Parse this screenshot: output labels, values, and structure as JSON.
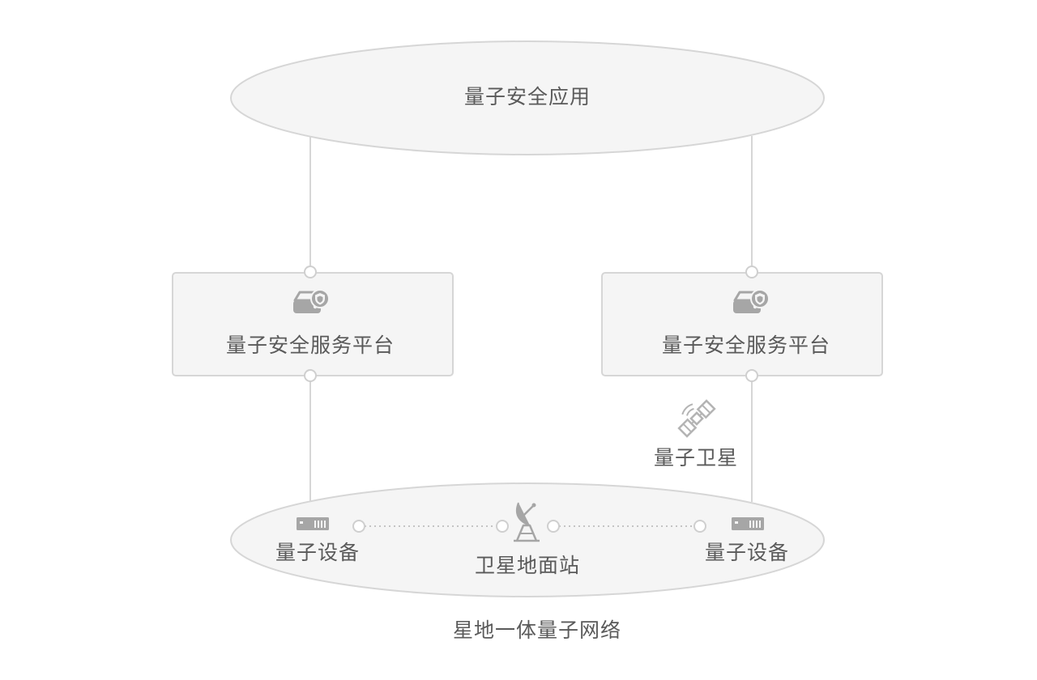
{
  "top": {
    "label": "量子安全应用"
  },
  "platform_left": {
    "label": "量子安全服务平台"
  },
  "platform_right": {
    "label": "量子安全服务平台"
  },
  "satellite": {
    "label": "量子卫星"
  },
  "network": {
    "device_left": "量子设备",
    "ground_station": "卫星地面站",
    "device_right": "量子设备",
    "caption": "星地一体量子网络"
  },
  "colors": {
    "fill": "#f5f5f5",
    "stroke": "#d6d6d6",
    "icon": "#a6a6a6",
    "text": "#5a5a5a"
  },
  "icons": {
    "platform": "secure-storage-icon",
    "satellite": "satellite-icon",
    "device": "server-rack-icon",
    "ground_station": "satellite-dish-icon"
  }
}
